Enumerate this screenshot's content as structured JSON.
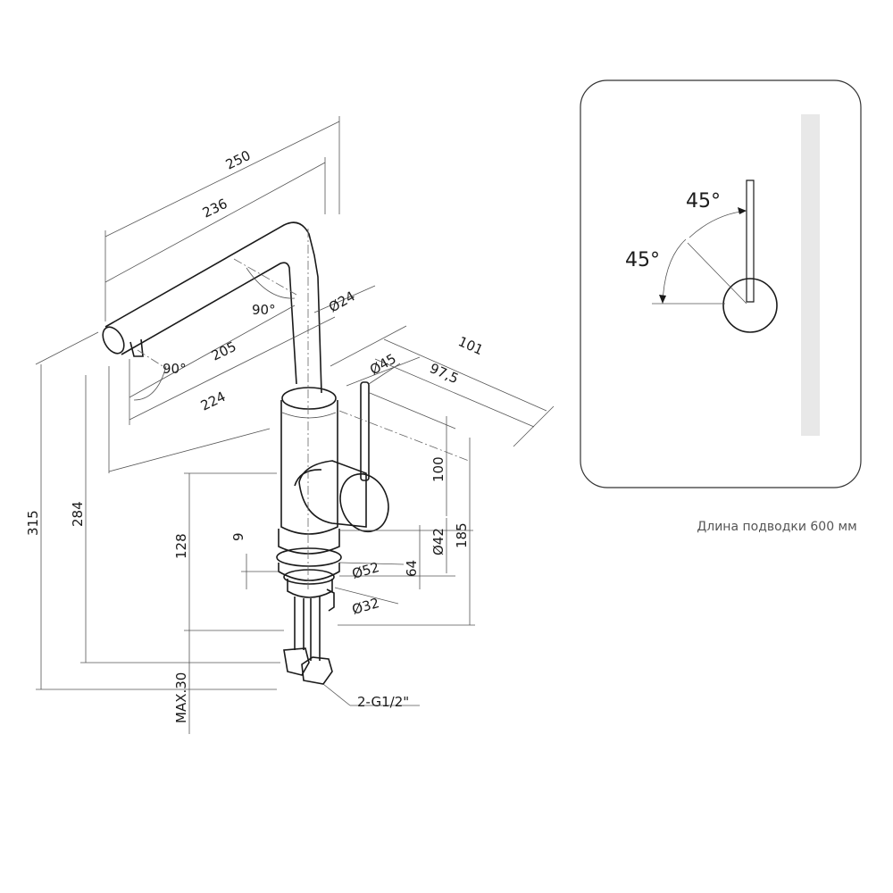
{
  "dimensions": {
    "d250": "250",
    "d236": "236",
    "d205": "205",
    "d224": "224",
    "d101": "101",
    "d97_5": "97,5",
    "d315": "315",
    "d284": "284",
    "d128": "128",
    "d9": "9",
    "d100": "100",
    "d185": "185",
    "d42": "Ø42",
    "d64": "64",
    "d24": "Ø24",
    "d45": "Ø45",
    "d52": "Ø52",
    "d32": "Ø32",
    "max30": "MAX.30",
    "thread": "2-G1/2\"",
    "angle_top": "90°",
    "angle_bottom": "90°"
  },
  "inset": {
    "angle_vertical": "45°",
    "angle_side": "45°"
  },
  "note": "Длина подводки 600 мм"
}
